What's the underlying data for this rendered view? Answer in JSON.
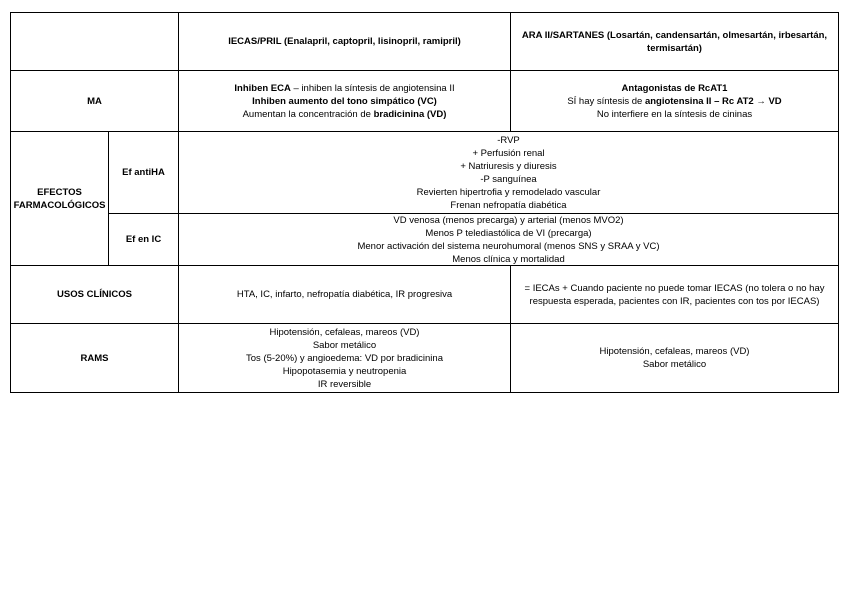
{
  "document": {
    "background": "#ffffff",
    "border_color": "#000000",
    "text_color": "#000000"
  },
  "table": {
    "row_labels": {
      "ma": "MA",
      "efectos": "EFECTOS FARMACOLÓGICOS",
      "ef_antiha": "Ef antiHA",
      "ef_en_ic": "Ef en IC",
      "usos": "USOS CLÍNICOS",
      "rams": "RAMS"
    },
    "cells": {
      "header_iecas": [
        [
          {
            "t": "IECAS/PRIL (Enalapril, captopril, lisinopril, ramipril)",
            "b": true
          }
        ]
      ],
      "header_ara": [
        [
          {
            "t": "ARA II/SARTANES (Losartán, candensartán, olmesartán, irbesartán, termisartán)",
            "b": true
          }
        ]
      ],
      "ma_iecas": [
        [
          {
            "t": "Inhiben ECA",
            "b": true
          },
          {
            "t": " – inhiben la síntesis de angiotensina II",
            "b": false
          }
        ],
        [
          {
            "t": "Inhiben aumento del tono simpático (VC)",
            "b": true
          }
        ],
        [
          {
            "t": "Aumentan la concentración de ",
            "b": false
          },
          {
            "t": "bradicinina (VD)",
            "b": true
          }
        ]
      ],
      "ma_ara": [
        [
          {
            "t": "Antagonistas de RcAT1",
            "b": true
          }
        ],
        [
          {
            "t": "SÍ hay síntesis de ",
            "b": false
          },
          {
            "t": "angiotensina II – Rc AT2 → VD",
            "b": true
          }
        ],
        [
          {
            "t": "No interfiere en la síntesis de cininas",
            "b": false
          }
        ]
      ],
      "ef_antiha": [
        [
          {
            "t": "-RVP",
            "b": false
          }
        ],
        [
          {
            "t": "+ Perfusión renal",
            "b": false
          }
        ],
        [
          {
            "t": "+ Natriuresis y diuresis",
            "b": false
          }
        ],
        [
          {
            "t": "-P sanguínea",
            "b": false
          }
        ],
        [
          {
            "t": "Revierten hipertrofia y remodelado vascular",
            "b": false
          }
        ],
        [
          {
            "t": "Frenan nefropatía diabética",
            "b": false
          }
        ]
      ],
      "ef_en_ic": [
        [
          {
            "t": "VD venosa (menos precarga) y arterial (menos MVO2)",
            "b": false
          }
        ],
        [
          {
            "t": "Menos P telediastólica de VI (precarga)",
            "b": false
          }
        ],
        [
          {
            "t": "Menor activación del sistema neurohumoral (menos SNS y SRAA y VC)",
            "b": false
          }
        ],
        [
          {
            "t": "Menos clínica y mortalidad",
            "b": false
          }
        ]
      ],
      "usos_iecas": [
        [
          {
            "t": "HTA, IC, infarto, nefropatía diabética, IR progresiva",
            "b": false
          }
        ]
      ],
      "usos_ara": [
        [
          {
            "t": "= IECAs + Cuando paciente no puede tomar IECAS (no tolera o no hay respuesta esperada, pacientes con IR, pacientes con tos por IECAS)",
            "b": false
          }
        ]
      ],
      "rams_iecas": [
        [
          {
            "t": "Hipotensión, cefaleas, mareos (VD)",
            "b": false
          }
        ],
        [
          {
            "t": "Sabor metálico",
            "b": false
          }
        ],
        [
          {
            "t": "Tos (5-20%) y angioedema: VD por bradicinina",
            "b": false
          }
        ],
        [
          {
            "t": "Hipopotasemia y neutropenia",
            "b": false
          }
        ],
        [
          {
            "t": "IR reversible",
            "b": false
          }
        ]
      ],
      "rams_ara": [
        [
          {
            "t": "Hipotensión, cefaleas, mareos (VD)",
            "b": false
          }
        ],
        [
          {
            "t": "Sabor metálico",
            "b": false
          }
        ]
      ]
    }
  }
}
